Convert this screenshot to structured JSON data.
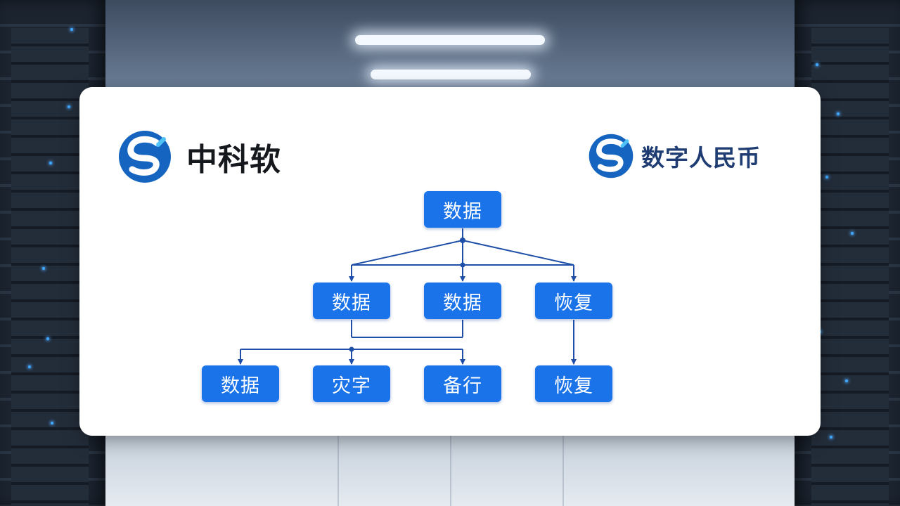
{
  "brand_left": {
    "name": "中科软",
    "logo": "s-swirl-logo"
  },
  "brand_right": {
    "name": "数字人民币",
    "logo": "s-swirl-logo"
  },
  "diagram": {
    "nodes": [
      {
        "id": "n0",
        "label": "数据"
      },
      {
        "id": "n1",
        "label": "数据"
      },
      {
        "id": "n2",
        "label": "数据"
      },
      {
        "id": "n3",
        "label": "恢复"
      },
      {
        "id": "n4",
        "label": "数据"
      },
      {
        "id": "n5",
        "label": "灾字"
      },
      {
        "id": "n6",
        "label": "备行"
      },
      {
        "id": "n7",
        "label": "恢复"
      }
    ],
    "edges": [
      {
        "from": "n0",
        "to": "n1"
      },
      {
        "from": "n0",
        "to": "n2"
      },
      {
        "from": "n0",
        "to": "n3"
      },
      {
        "from": "n1",
        "to": "n4"
      },
      {
        "from": "n2",
        "to": "n4"
      },
      {
        "from": "n1",
        "to": "n5"
      },
      {
        "from": "n2",
        "to": "n6"
      },
      {
        "from": "n3",
        "to": "n7"
      }
    ]
  },
  "colors": {
    "node_fill": "#1a73e8",
    "node_text": "#ffffff",
    "connector": "#1f4fa8",
    "brand_blue": "#1f3d73"
  }
}
